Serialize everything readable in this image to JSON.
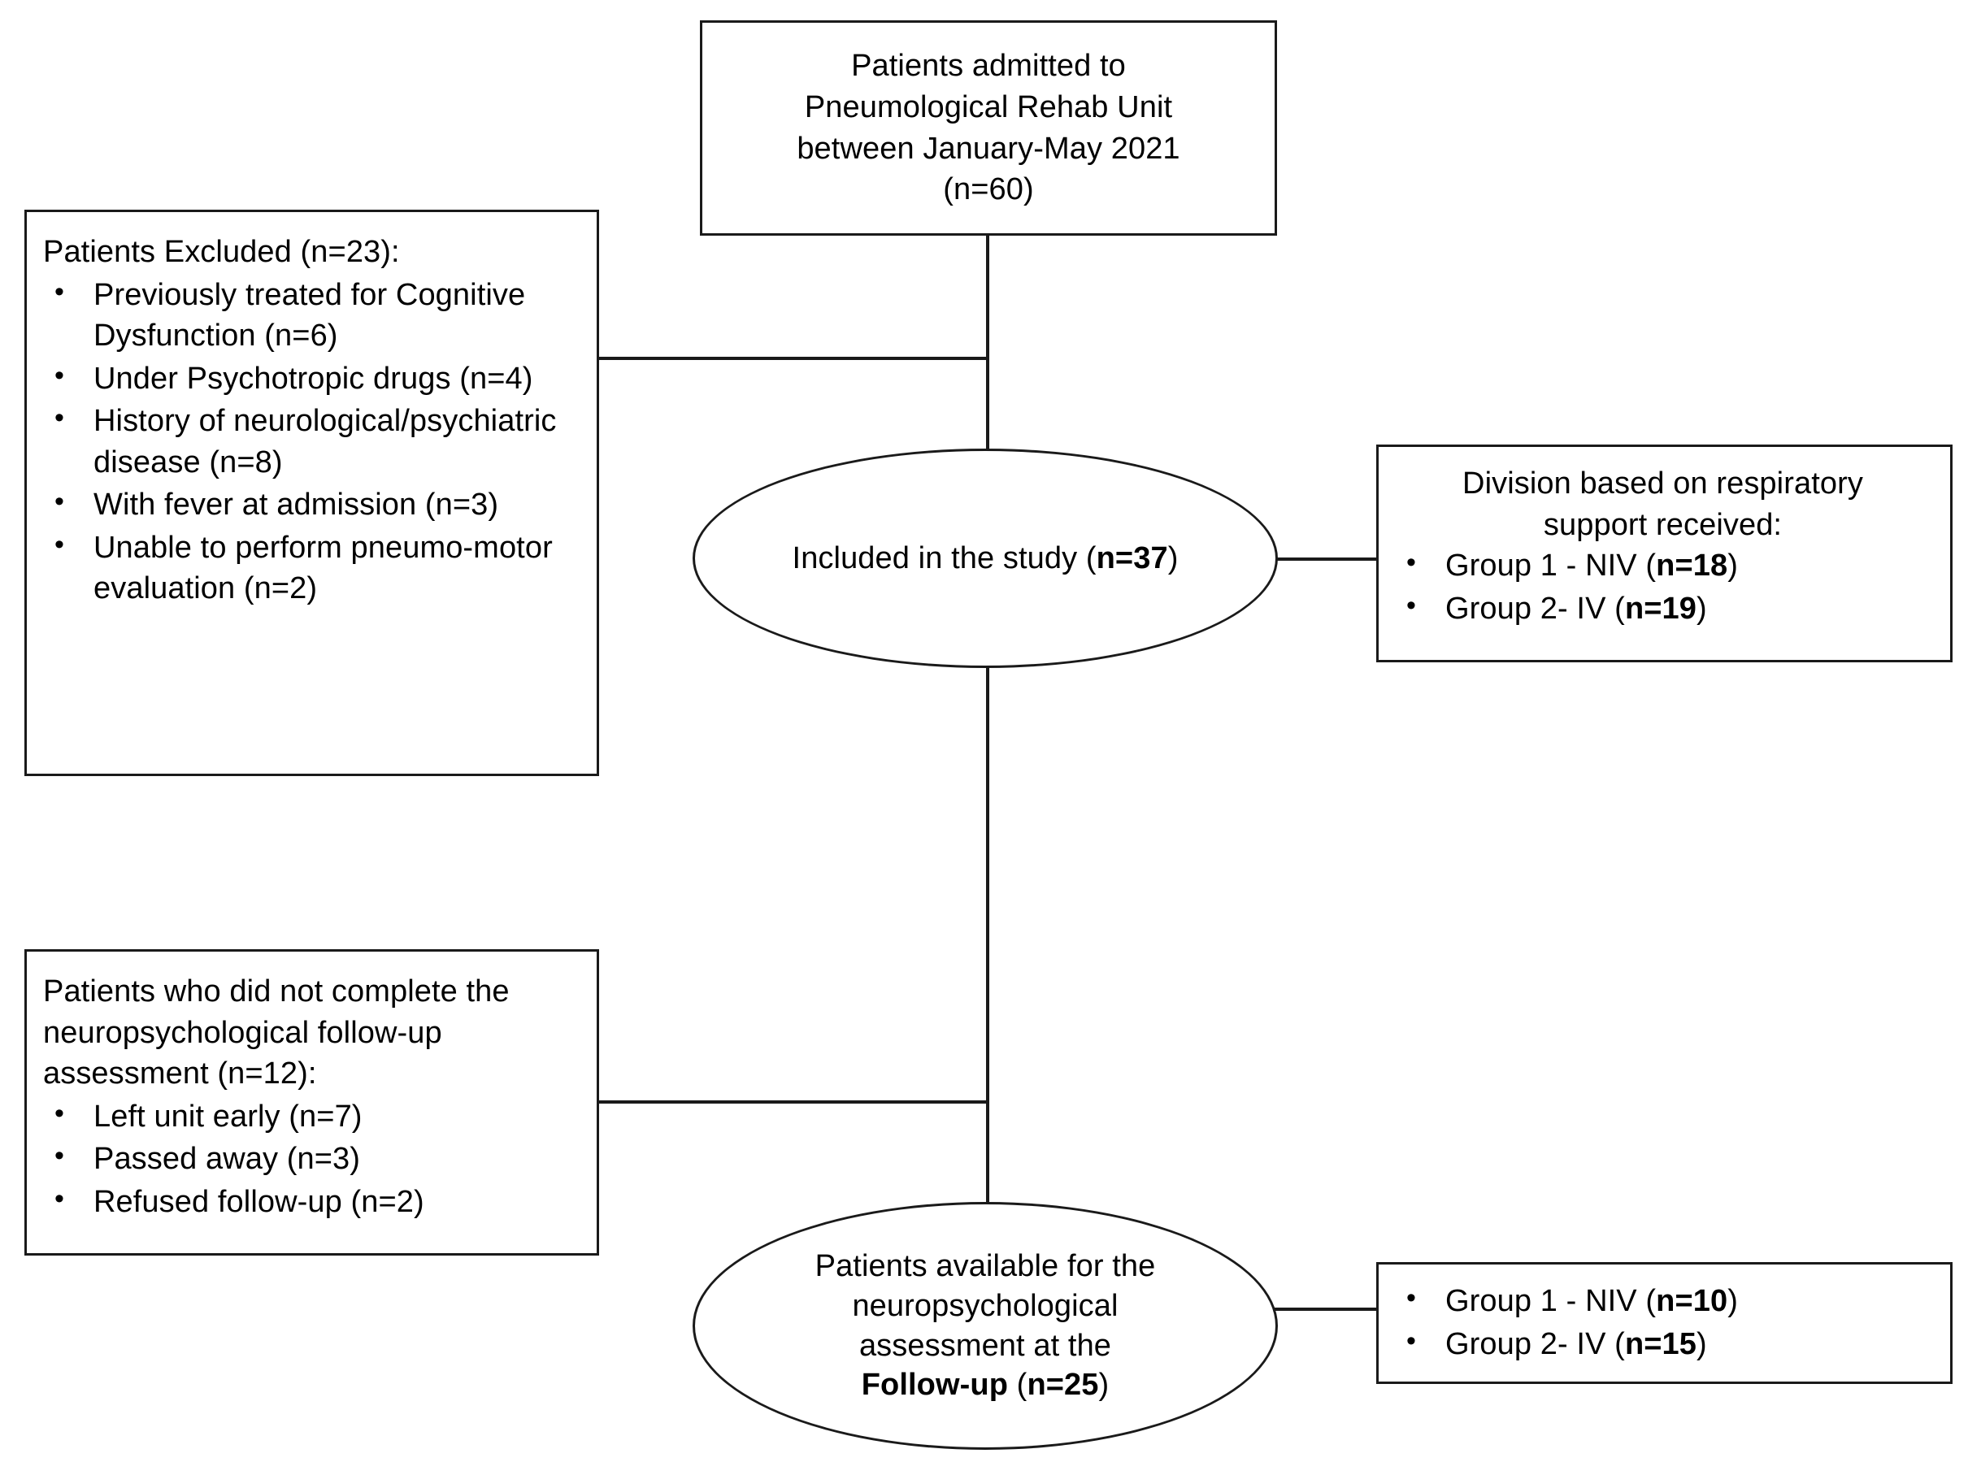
{
  "diagram": {
    "type": "flowchart",
    "title": "Patient enrollment flow diagram",
    "accent_color": "#1a1a1a",
    "background_color": "#ffffff"
  },
  "nodes": {
    "admitted_box": {
      "shape": "rectangle",
      "lines": [
        "Patients admitted to",
        "Pneumological Rehab Unit",
        "between January-May 2021",
        "(n=60)"
      ],
      "n": 60
    },
    "excluded_box": {
      "shape": "rectangle",
      "heading": "Patients Excluded (n=23):",
      "n": 23,
      "items": [
        "Previously treated for Cognitive Dysfunction (n=6)",
        "Under Psychotropic drugs (n=4)",
        "History of neurological/psychiatric disease (n=8)",
        "With fever at admission (n=3)",
        "Unable to perform pneumo-motor evaluation (n=2)"
      ],
      "item_counts": [
        6,
        4,
        8,
        3,
        2
      ]
    },
    "included_ellipse": {
      "shape": "ellipse",
      "prefix": "Included in the study (",
      "bold": "n=37",
      "suffix": ")",
      "n": 37
    },
    "division_box": {
      "shape": "rectangle",
      "heading_lines": [
        "Division based on respiratory",
        "support received:"
      ],
      "items": [
        {
          "label": "Group 1 - NIV (",
          "bold": "n=18",
          "suffix": ")",
          "n": 18
        },
        {
          "label": "Group 2- IV (",
          "bold": "n=19",
          "suffix": ")",
          "n": 19
        }
      ]
    },
    "dropout_box": {
      "shape": "rectangle",
      "heading": "Patients who did not complete the neuropsychological follow-up assessment (n=12):",
      "n": 12,
      "items": [
        "Left unit early (n=7)",
        "Passed away (n=3)",
        "Refused follow-up (n=2)"
      ],
      "item_counts": [
        7,
        3,
        2
      ]
    },
    "followup_ellipse": {
      "shape": "ellipse",
      "lines": [
        "Patients available for the",
        "neuropsychological",
        "assessment at the"
      ],
      "bold_label": "Follow-up",
      "paren_open": " (",
      "bold_n": "n=25",
      "paren_close": ")",
      "n": 25
    },
    "followup_groups_box": {
      "shape": "rectangle",
      "items": [
        {
          "label": "Group 1 - NIV (",
          "bold": "n=10",
          "suffix": ")",
          "n": 10
        },
        {
          "label": "Group 2- IV (",
          "bold": "n=15",
          "suffix": ")",
          "n": 15
        }
      ]
    }
  },
  "edges": [
    {
      "from": "admitted_box",
      "to": "included_ellipse",
      "style": "vertical"
    },
    {
      "from": "excluded_box",
      "to": "trunk",
      "style": "horizontal"
    },
    {
      "from": "included_ellipse",
      "to": "division_box",
      "style": "horizontal"
    },
    {
      "from": "included_ellipse",
      "to": "followup_ellipse",
      "style": "vertical"
    },
    {
      "from": "dropout_box",
      "to": "trunk",
      "style": "horizontal"
    },
    {
      "from": "followup_ellipse",
      "to": "followup_groups_box",
      "style": "horizontal"
    }
  ]
}
